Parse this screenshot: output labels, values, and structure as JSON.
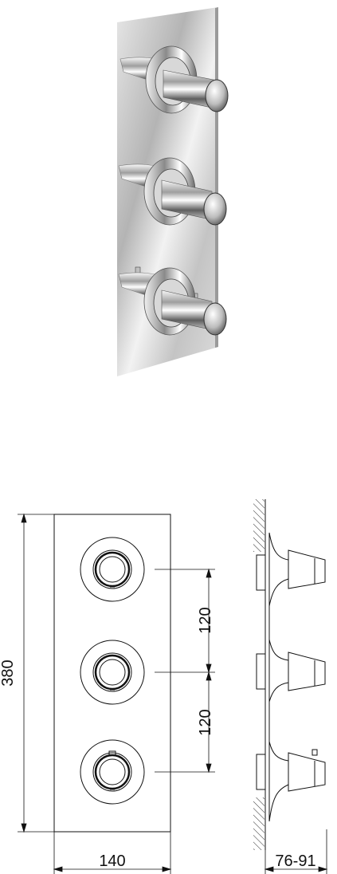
{
  "drawing": {
    "dimensions": {
      "height_total": "380",
      "width_total": "140",
      "spacing_upper": "120",
      "spacing_lower": "120",
      "depth_range": "76-91"
    },
    "product": {
      "handle_count": 3,
      "finish_colors": [
        "#f4f4f4",
        "#cfcfcf",
        "#8c8c8c",
        "#3a3a3a"
      ]
    }
  }
}
